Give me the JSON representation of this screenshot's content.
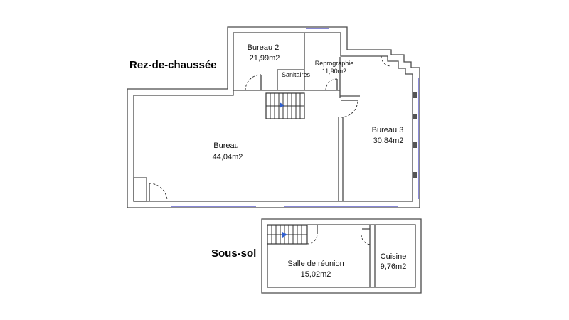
{
  "floors": {
    "ground": {
      "title": "Rez-de-chaussée",
      "rooms": [
        {
          "name": "Bureau 2",
          "area": "21,99m2"
        },
        {
          "name": "Sanitaires",
          "area": ""
        },
        {
          "name": "Reprographie",
          "area": "11,90m2"
        },
        {
          "name": "Bureau",
          "area": "44,04m2"
        },
        {
          "name": "Bureau 3",
          "area": "30,84m2"
        }
      ]
    },
    "basement": {
      "title": "Sous-sol",
      "rooms": [
        {
          "name": "Salle de réunion",
          "area": "15,02m2"
        },
        {
          "name": "Cuisine",
          "area": "9,76m2"
        }
      ]
    }
  },
  "colors": {
    "wall": "#4a4a4a",
    "window": "#3d3dbb",
    "stair_arrow": "#2f5fd0"
  }
}
